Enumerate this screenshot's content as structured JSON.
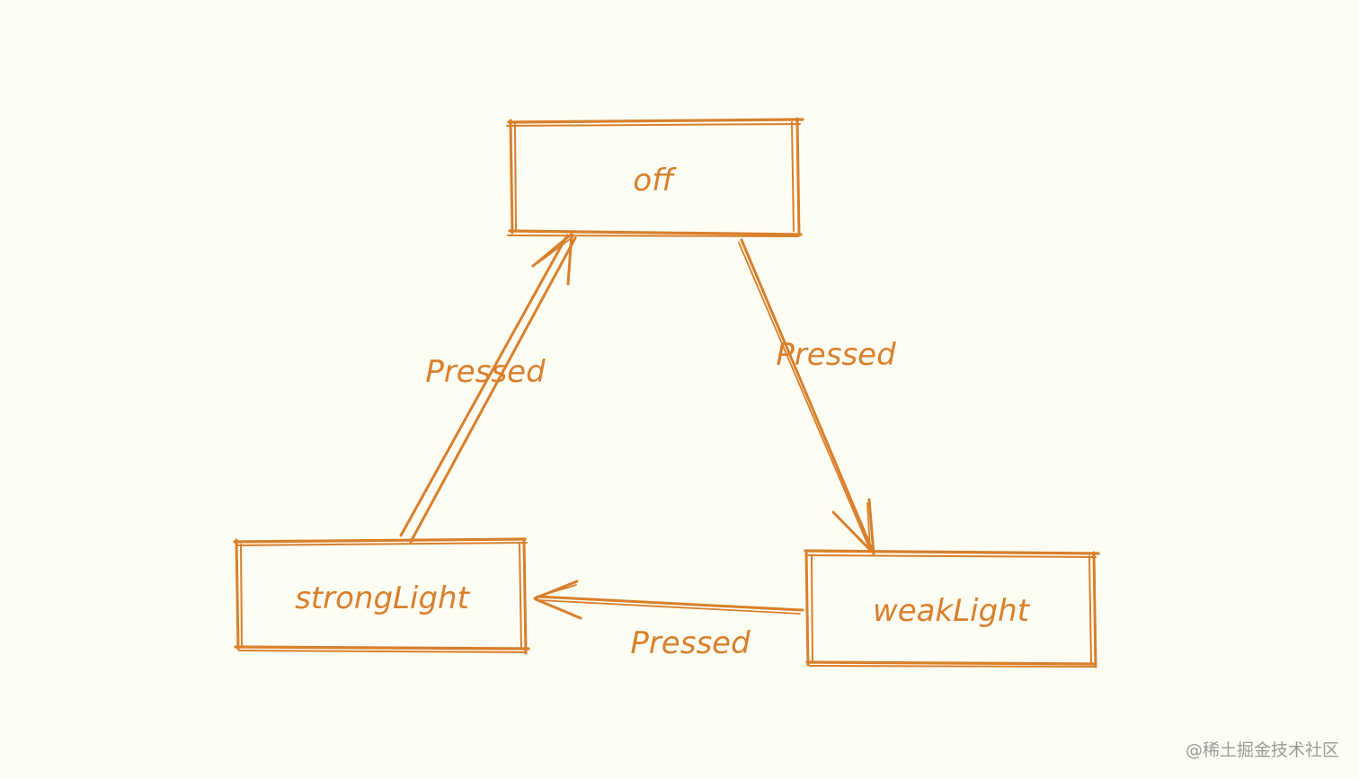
{
  "colors": {
    "background": "#fdfdf3",
    "stroke": "#d97f2b",
    "watermark": "#9a9a9a"
  },
  "states": {
    "off": "off",
    "strong_light": "strongLight",
    "weak_light": "weakLight"
  },
  "transitions": {
    "off_to_weak": "Pressed",
    "weak_to_strong": "Pressed",
    "strong_to_off": "Pressed"
  },
  "watermark": "@稀土掘金技术社区"
}
